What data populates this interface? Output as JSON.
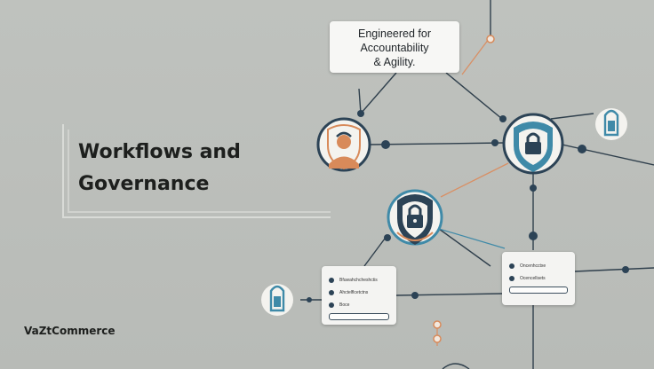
{
  "headline": {
    "line1": "Workflows and",
    "line2": "Governance"
  },
  "brand": "VaZtCommerce",
  "callout": {
    "line1": "Engineered for",
    "line2": "Accountability",
    "line3": "& Agility."
  },
  "forms": {
    "left": {
      "rows": [
        "Bfuwahchcheshctis",
        "Ahctelflcetctns",
        "Boce"
      ]
    },
    "right": {
      "rows": [
        "Oncenhcctxe",
        "Ocencellsets"
      ]
    }
  },
  "colors": {
    "background": "#bbbebA",
    "node_dark": "#2c4356",
    "accent_orange": "#d88a5a",
    "accent_teal": "#3f8aa8",
    "card": "#f6f6f4"
  },
  "icons": [
    "person-shield-icon",
    "lock-shield-icon",
    "lock-icon"
  ]
}
